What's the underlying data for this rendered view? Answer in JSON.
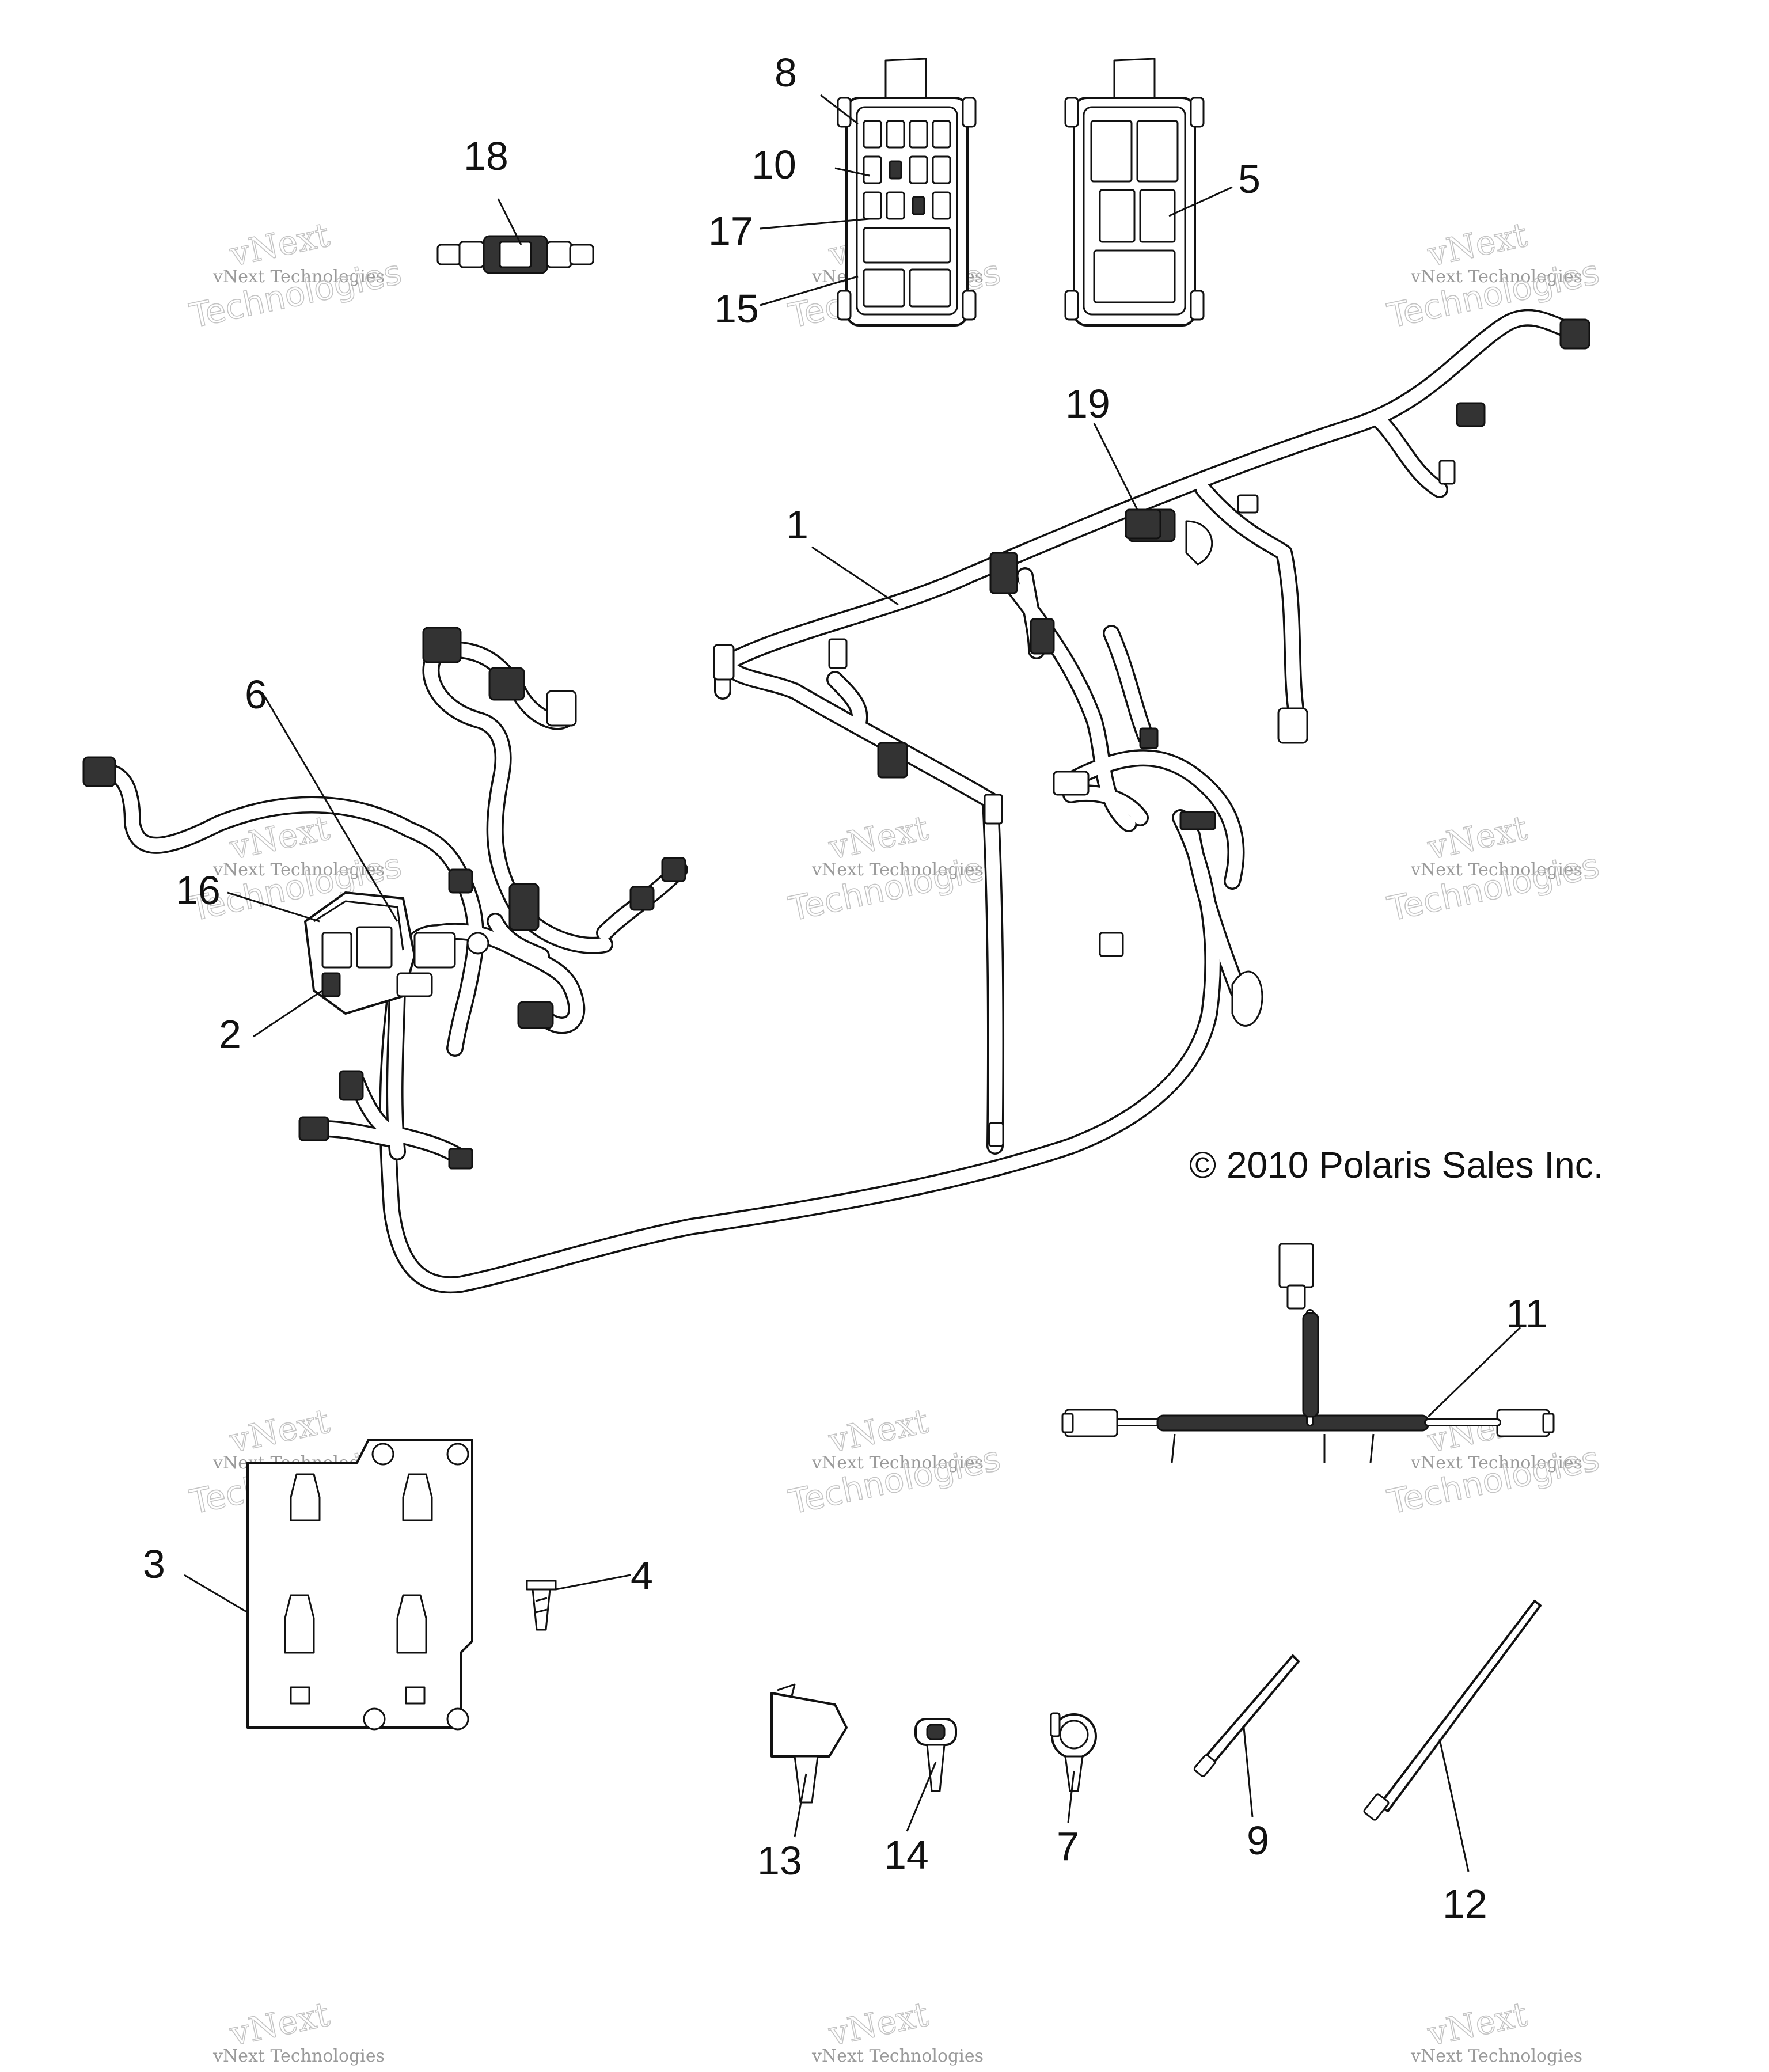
{
  "callouts": {
    "c1": "1",
    "c2": "2",
    "c3": "3",
    "c4": "4",
    "c5": "5",
    "c6": "6",
    "c7": "7",
    "c8": "8",
    "c9": "9",
    "c10": "10",
    "c11": "11",
    "c12": "12",
    "c13": "13",
    "c14": "14",
    "c15": "15",
    "c16": "16",
    "c17": "17",
    "c18": "18",
    "c19": "19"
  },
  "copyright": "© 2010 Polaris Sales Inc.",
  "watermark": {
    "small": "vNext Technologies",
    "large": "Technologies",
    "script": "vNext"
  }
}
